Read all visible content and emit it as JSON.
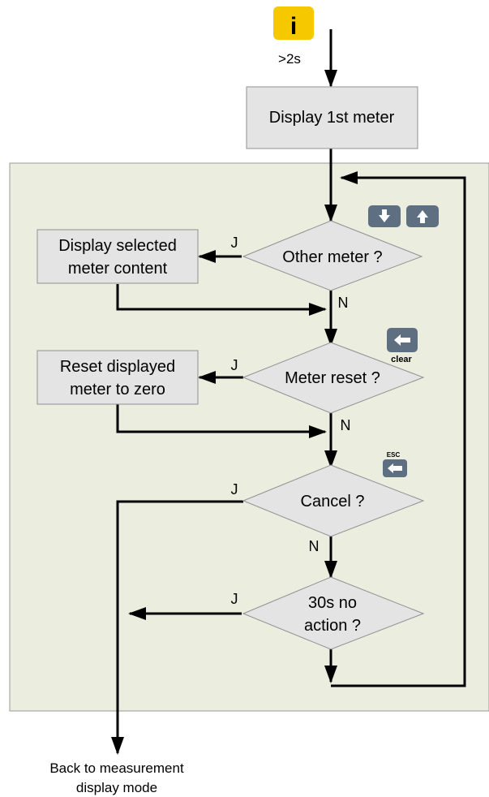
{
  "top": {
    "info_icon": "info-icon",
    "info_glyph": "i",
    "hold_label": ">2s"
  },
  "boxes": {
    "display_first": "Display 1st meter",
    "display_selected_line1": "Display selected",
    "display_selected_line2": "meter content",
    "reset_line1": "Reset displayed",
    "reset_line2": "meter to zero"
  },
  "decisions": {
    "other_meter": "Other meter ?",
    "meter_reset": "Meter reset ?",
    "cancel": "Cancel ?",
    "no_action_line1": "30s no",
    "no_action_line2": "action ?"
  },
  "branch_labels": {
    "yes": "J",
    "no": "N"
  },
  "keys": {
    "down_key": "arrow-down-icon",
    "up_key": "arrow-up-icon",
    "clear_key": "back-arrow-icon",
    "clear_label": "clear",
    "esc_key": "back-arrow-icon",
    "esc_label": "ESC"
  },
  "exit": {
    "line1": "Back to measurement",
    "line2": "display mode"
  },
  "colors": {
    "panel_fill": "#ebeedf",
    "panel_stroke": "#9a9a9a",
    "shape_fill": "#e4e4e4",
    "shape_stroke": "#909090",
    "key_fill": "#5e6f82",
    "info_fill": "#f5c800",
    "line": "#000000"
  }
}
